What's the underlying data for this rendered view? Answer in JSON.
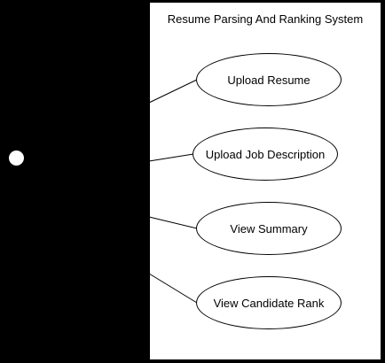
{
  "system": {
    "title": "Resume Parsing And Ranking System"
  },
  "use_cases": [
    {
      "label": "Upload Resume"
    },
    {
      "label": "Upload Job Description"
    },
    {
      "label": "View Summary"
    },
    {
      "label": "View Candidate Rank"
    }
  ],
  "colors": {
    "background": "#000000",
    "system_box": "#ffffff",
    "stroke": "#000000",
    "text": "#000000"
  }
}
